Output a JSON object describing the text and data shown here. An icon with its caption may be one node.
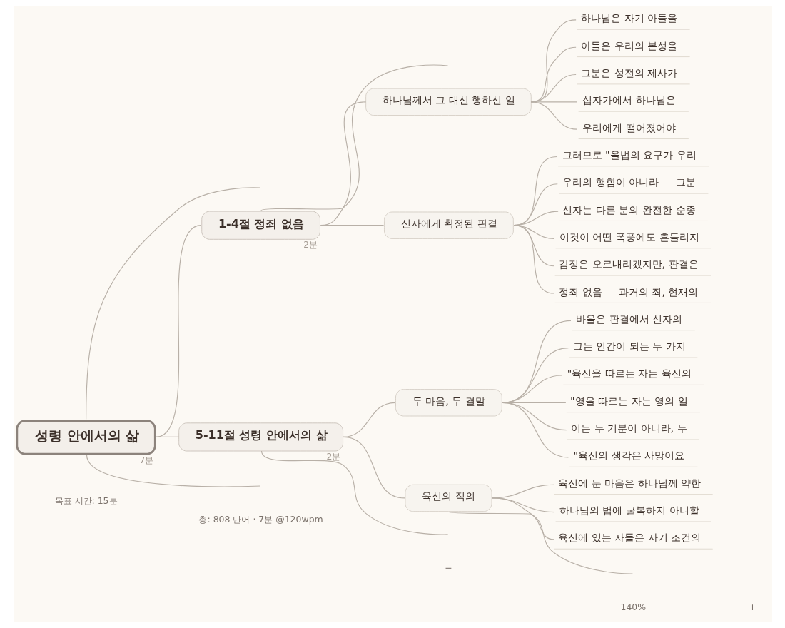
{
  "diagram": {
    "nodes": [
      {
        "text": [
          "성령 안에서의 삶"
        ],
        "beside": [
          "7분"
        ]
      },
      {
        "text": [
          "1-4절 정죄 없음"
        ],
        "beside": [
          "2분"
        ]
      },
      {
        "text": [
          "하나님께서 그 대신 행하신 일"
        ]
      },
      {
        "text": [
          "하나님은 자기 아들을"
        ]
      },
      {
        "text": [
          "아들은 우리의 본성을"
        ]
      },
      {
        "text": [
          "그분은 성전의 제사가"
        ]
      },
      {
        "text": [
          "십자가에서 하나님은"
        ]
      },
      {
        "text": [
          "우리에게 떨어졌어야"
        ]
      },
      {
        "text": [
          "신자에게 확정된 판결"
        ]
      },
      {
        "text": [
          "그러므로 \"율법의 요구가 우리"
        ]
      },
      {
        "text": [
          "우리의 행함이 아니라 — 그분"
        ]
      },
      {
        "text": [
          "신자는 다른 분의 완전한 순종"
        ]
      },
      {
        "text": [
          "이것이 어떤 폭풍에도 흔들리지"
        ]
      },
      {
        "text": [
          "감정은 오르내리겠지만, 판결은"
        ]
      },
      {
        "text": [
          "정죄 없음 — 과거의 죄, 현재의"
        ]
      },
      {
        "text": [
          "5-11절 성령 안에서의 삶"
        ],
        "beside": [
          "2분"
        ]
      },
      {
        "text": [
          "두 마음, 두 결말"
        ]
      },
      {
        "text": [
          "바울은 판결에서 신자의"
        ]
      },
      {
        "text": [
          "그는 인간이 되는 두 가지"
        ]
      },
      {
        "text": [
          "\"육신을 따르는 자는 육신의"
        ]
      },
      {
        "text": [
          "\"영을 따르는 자는 영의 일"
        ]
      },
      {
        "text": [
          "이는 두 기분이 아니라, 두"
        ]
      },
      {
        "text": [
          "\"육신의 생각은 사망이요"
        ]
      },
      {
        "text": [
          "육신의 적의"
        ]
      },
      {
        "text": [
          "육신에 둔 마음은 하나님께 약한"
        ]
      },
      {
        "text": [
          "하나님의 법에 굴복하지 아니할"
        ]
      },
      {
        "text": [
          "육신에 있는 자들은 자기 조건의"
        ]
      }
    ],
    "edges": [
      {
        "from": 0,
        "to": null,
        "arrow": "none"
      },
      {
        "from": 0,
        "to": 1,
        "arrow": "none"
      },
      {
        "from": 1,
        "to": null,
        "arrow": "none"
      },
      {
        "from": 1,
        "to": 2,
        "arrow": "none"
      },
      {
        "from": 2,
        "to": 3,
        "arrow": "none"
      },
      {
        "from": 2,
        "to": 4,
        "arrow": "none"
      },
      {
        "from": 2,
        "to": 5,
        "arrow": "none"
      },
      {
        "from": 2,
        "to": 6,
        "arrow": "none"
      },
      {
        "from": 2,
        "to": 7,
        "arrow": "none"
      },
      {
        "from": 1,
        "to": 8,
        "arrow": "none"
      },
      {
        "from": 8,
        "to": 9,
        "arrow": "none"
      },
      {
        "from": 8,
        "to": 10,
        "arrow": "none"
      },
      {
        "from": 8,
        "to": 11,
        "arrow": "none"
      },
      {
        "from": 8,
        "to": 12,
        "arrow": "none"
      },
      {
        "from": 8,
        "to": 13,
        "arrow": "none"
      },
      {
        "from": 8,
        "to": 14,
        "arrow": "none"
      },
      {
        "from": 0,
        "to": 15,
        "arrow": "none"
      },
      {
        "from": 15,
        "to": 16,
        "arrow": "none"
      },
      {
        "from": 16,
        "to": 17,
        "arrow": "none"
      },
      {
        "from": 16,
        "to": 18,
        "arrow": "none"
      },
      {
        "from": 16,
        "to": 19,
        "arrow": "none"
      },
      {
        "from": 16,
        "to": 20,
        "arrow": "none"
      },
      {
        "from": 16,
        "to": 21,
        "arrow": "none"
      },
      {
        "from": 16,
        "to": 22,
        "arrow": "none"
      },
      {
        "from": 15,
        "to": 23,
        "arrow": "none"
      },
      {
        "from": 23,
        "to": 24,
        "arrow": "none"
      },
      {
        "from": 23,
        "to": 25,
        "arrow": "none"
      },
      {
        "from": 23,
        "to": 26,
        "arrow": "none"
      },
      {
        "from": 23,
        "to": null,
        "arrow": "none"
      },
      {
        "from": 15,
        "to": null,
        "arrow": "none"
      },
      {
        "from": 0,
        "to": null,
        "arrow": "none"
      }
    ],
    "labels": [
      "목표 시간: 15분",
      "총: 808 단어 · 7분 @120wpm",
      "−",
      "140%",
      "+"
    ]
  }
}
